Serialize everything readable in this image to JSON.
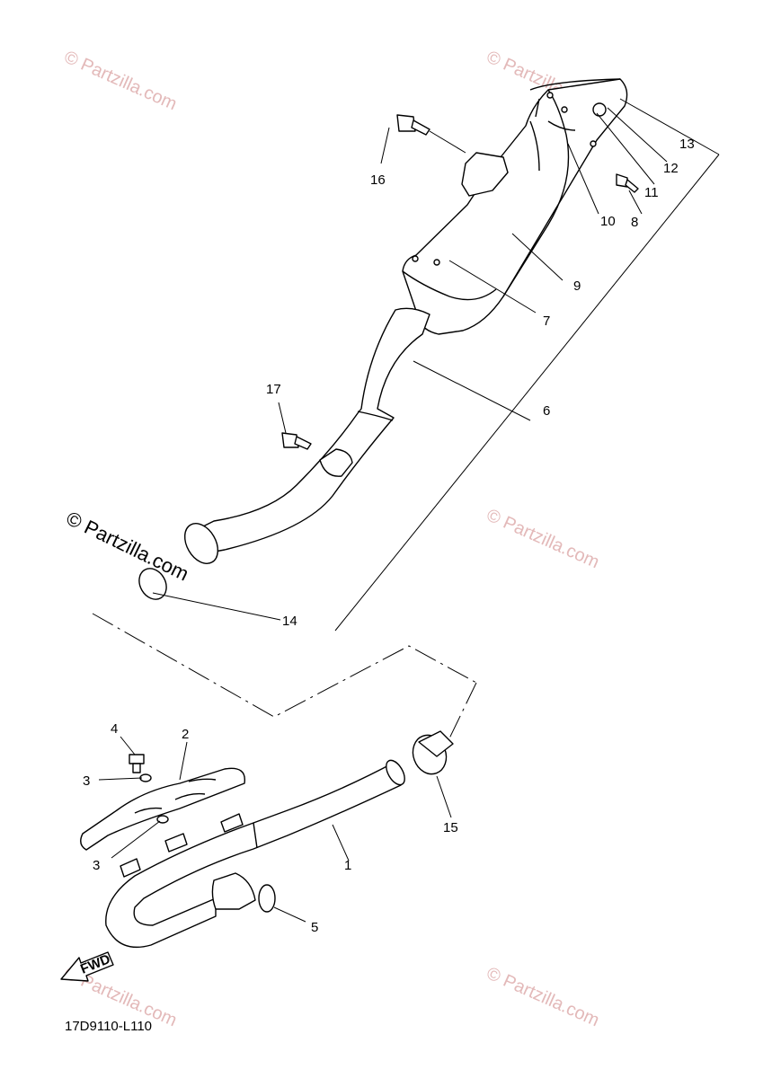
{
  "watermarks": {
    "faint": "© Partzilla.com",
    "bold": "© Partzilla.com"
  },
  "callouts": [
    "1",
    "2",
    "3",
    "3",
    "4",
    "5",
    "6",
    "7",
    "8",
    "9",
    "10",
    "11",
    "12",
    "13",
    "14",
    "15",
    "16",
    "17"
  ],
  "fwd_label": "FWD",
  "diagram_code": "17D9110-L110",
  "colors": {
    "watermark": "#e3b9b9",
    "line": "#000000"
  }
}
